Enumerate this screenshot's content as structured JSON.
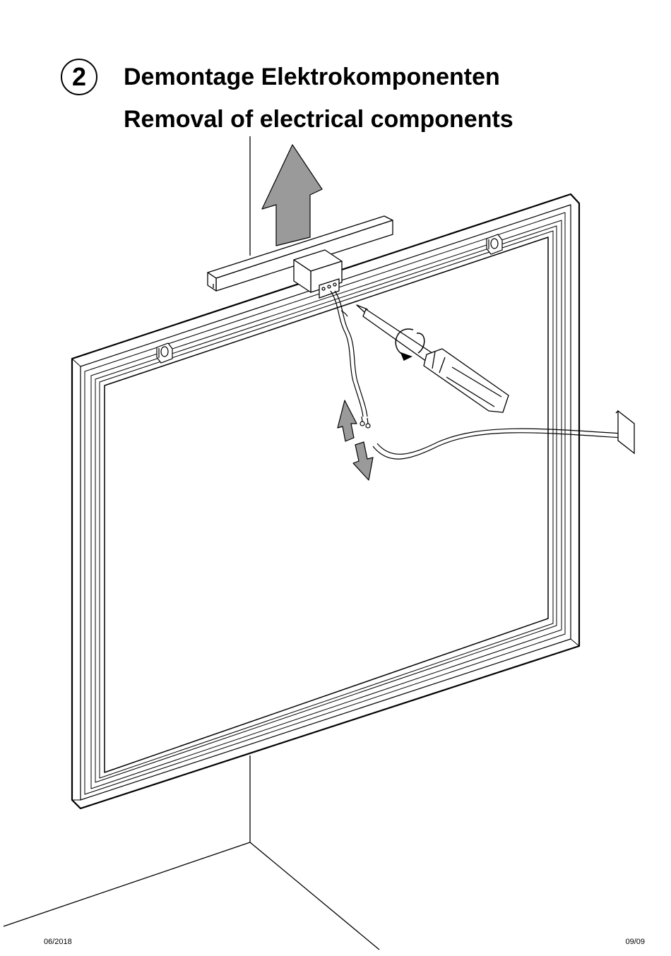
{
  "step_number": "2",
  "title_de": "Demontage Elektrokomponenten",
  "title_en": "Removal of electrical components",
  "footer_date": "06/2018",
  "footer_page": "09/09",
  "colors": {
    "ink": "#000000",
    "arrow_fill": "#9a9a9a",
    "paper": "#ffffff"
  }
}
